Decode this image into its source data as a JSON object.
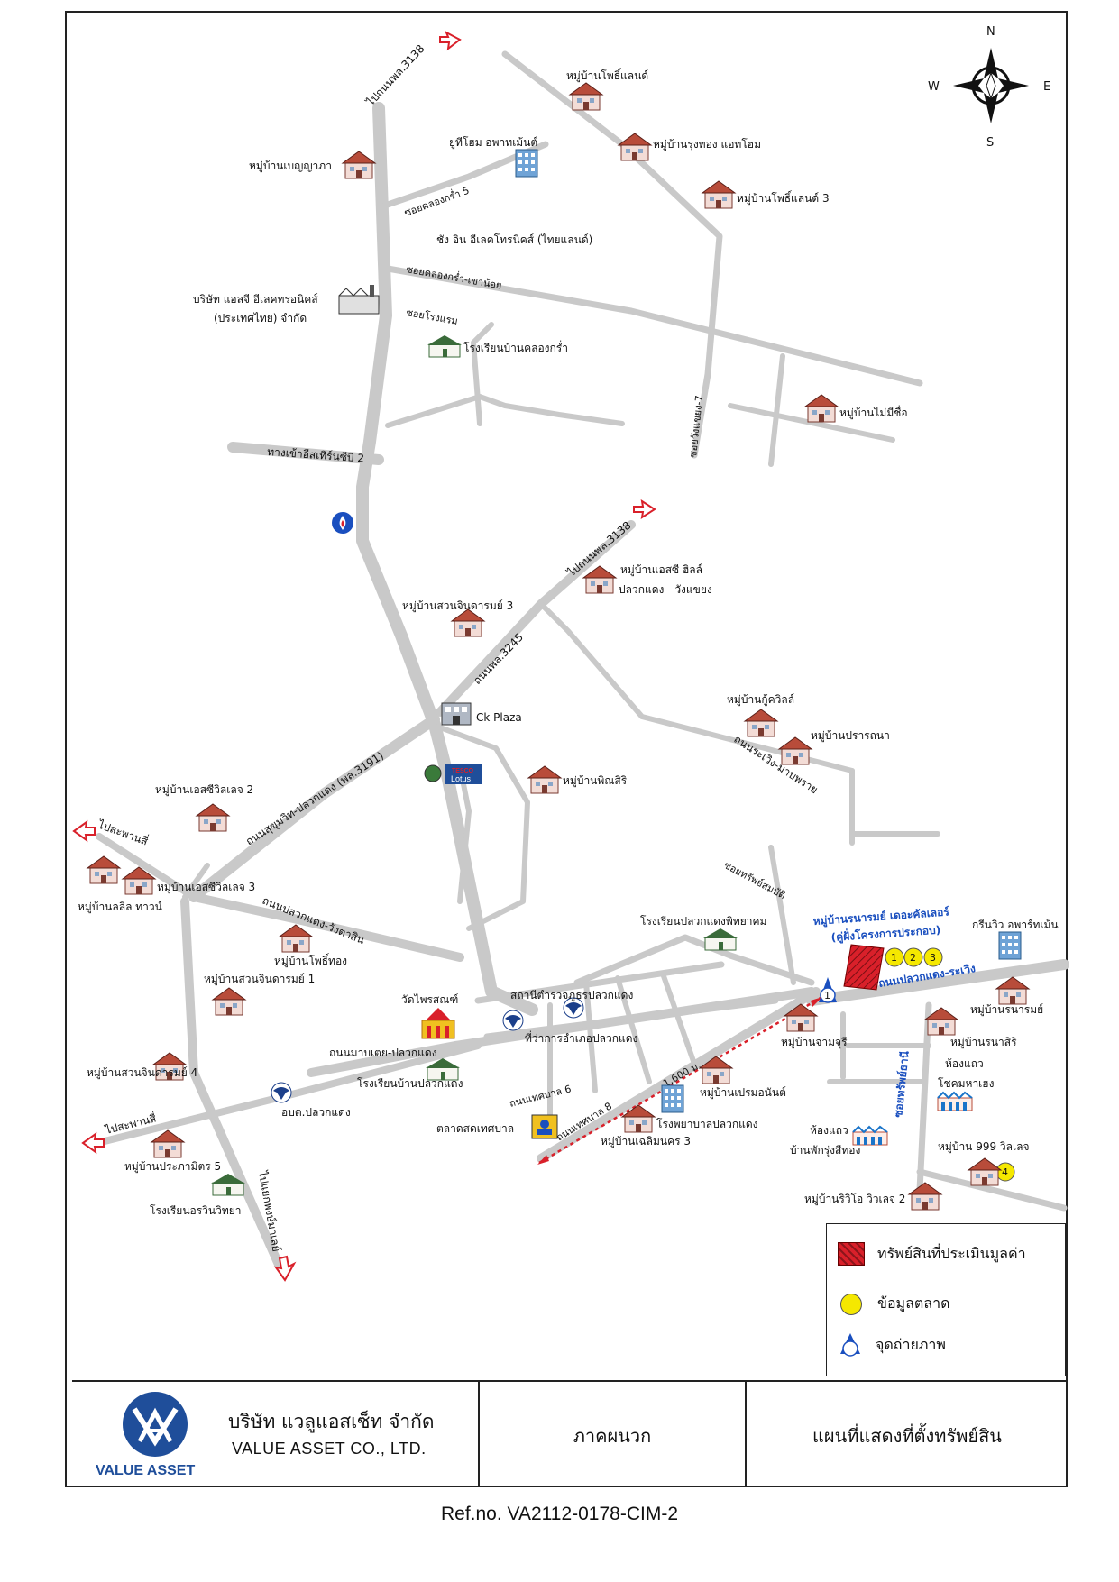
{
  "compass": {
    "n": "N",
    "s": "S",
    "e": "E",
    "w": "W"
  },
  "roads": {
    "to_3138_top": "ไปถนนพล.3138",
    "to_3138_mid": "ไปถนนพล.3138",
    "soi_khlongkram5": "ซอยคลองกร่ำ 5",
    "soi_khlongkram_khaonoi": "ซอยคลองกร่ำ-เขาน้อย",
    "soi_rongraem": "ซอยโรงแรม",
    "soi_wangkhayaeng7": "ซอยวังแขยง-7",
    "eastern_seaboard2": "ทางเข้าอีสเทิร์นซีบี 2",
    "road_3245": "ถนนพล.3245",
    "sukhumvit_3191": "ถนนสุขุมวิท-ปลวกแดง (พล.3191)",
    "pluak_wangtasin": "ถนนปลวกแดง-วังตาสิน",
    "to_saphansi_1": "ไปสะพานสี่",
    "to_saphansi_2": "ไปสะพานสี่",
    "maptaphut_pluak": "ถนนมาบเตย-ปลวกแดง",
    "thesaban6": "ถนนเทศบาล 6",
    "thesaban8": "ถนนเทศบาล 8",
    "to_maleng": "ไปแยกพงษ์มาเลย์",
    "rawoeng_maptaput": "ถนนระเวิง-มาบพราย",
    "soi_sapsomboon": "ซอยทรัพย์สมบัติ",
    "pluak_rawoeng": "ถนนปลวกแดง-ระเวิง",
    "soi_sapthanee": "ซอยทรัพย์ธานี"
  },
  "places": {
    "pho_land": "หมู่บ้านโพธิ์แลนด์",
    "uhome": "ยูทีโฮม อพาทเม้นต์",
    "rungthong": "หมู่บ้านรุ่งทอง แอทโฮม",
    "pho_land3": "หมู่บ้านโพธิ์แลนด์ 3",
    "benyapa": "หมู่บ้านเบญญาภา",
    "chang_in": "ชัง อิน อีเลคโทรนิคส์ (ไทยแลนด์)",
    "lg_1": "บริษัท แอลจี อีเลคทรอนิคส์",
    "lg_2": "(ประเทศไทย) จำกัด",
    "school_khlongkram": "โรงเรียนบ้านคลองกร่ำ",
    "no_name": "หมู่บ้านไม่มีชื่อ",
    "ssc_hill_1": "หมู่บ้านเอสซี ฮิลล์",
    "ssc_hill_2": "ปลวกแดง - วังแขยง",
    "suan_jin3": "หมู่บ้านสวนจินดารมย์ 3",
    "ck_plaza": "Ck Plaza",
    "tesco_1": "TESCO",
    "tesco_2": "Lotus",
    "kuwilla": "หมู่บ้านกู้ควิลล์",
    "prattana": "หมู่บ้านปรารถนา",
    "pinsiri": "หมู่บ้านพิณสิริ",
    "ssc_village2": "หมู่บ้านเอสซีวิลเลจ 2",
    "ssc_village3": "หมู่บ้านเอสซีวิลเลจ 3",
    "lalil": "หมู่บ้านลลิล ทาวน์",
    "pho_thong": "หมู่บ้านโพธิ์ทอง",
    "suan_jin1": "หมู่บ้านสวนจินดารมย์ 1",
    "wat_phai": "วัดไพรสณฑ์",
    "police": "สถานีตำรวจภูธรปลวกแดง",
    "district_office": "ที่ว่าการอำเภอปลวกแดง",
    "school_pluak": "โรงเรียนบ้านปลวกแดง",
    "suan_jin4": "หมู่บ้านสวนจินดารมย์ 4",
    "obt": "อบต.ปลวกแดง",
    "prapamit5": "หมู่บ้านประภามิตร 5",
    "school_worawin": "โรงเรียนอรวินวิทยา",
    "market": "ตลาดสดเทศบาล",
    "premanan": "หมู่บ้านเปรมอนันต์",
    "hospital": "โรงพยาบาลปลวกแดง",
    "chalermnakhon3": "หมู่บ้านเฉลิมนคร 3",
    "school_pittayakom": "โรงเรียนปลวกแดงพิทยาคม",
    "subject_1": "หมู่บ้านรนารมย์ เดอะคัลเลอร์",
    "subject_2": "(คู่ฝั่งโครงการประกอบ)",
    "greenview": "กรีนวิว อพาร์ทเม้น",
    "jamjuree": "หมู่บ้านจามจุรี",
    "ranaramt": "หมู่บ้านรนารมย์",
    "ranasiri": "หมู่บ้านรนาสิริ",
    "hongtaew1": "ห้องแถว",
    "show_hasaeng": "โชคมหาเฮง",
    "hongtaew2": "ห้องแถว",
    "bankpak": "บ้านพักรุ่งสีทอง",
    "village999": "หมู่บ้าน 999 วิลเลจ",
    "riviera2": "หมู่บ้านริวิโอ วิวเลจ 2"
  },
  "distance_label": "1,600 ม.",
  "photo_point_number": "1",
  "market_markers": [
    "1",
    "2",
    "3",
    "4"
  ],
  "legend": {
    "subject": "ทรัพย์สินที่ประเมินมูลค่า",
    "market": "ข้อมูลตลาด",
    "photo": "จุดถ่ายภาพ"
  },
  "colors": {
    "road": "#c9c9c9",
    "subject": "#d9202a",
    "market_marker": "#f5e800",
    "route_line": "#d9202a",
    "brand_blue": "#1f4e9a",
    "road_label_blue": "#1a4fbf"
  },
  "titleblock": {
    "company_th": "บริษัท แวลูแอสเซ็ท จำกัด",
    "company_en": "VALUE ASSET CO., LTD.",
    "brand": "VALUE ASSET",
    "annex": "ภาคผนวก",
    "map_title": "แผนที่แสดงที่ตั้งทรัพย์สิน"
  },
  "ref": "Ref.no. VA2112-0178-CIM-2"
}
